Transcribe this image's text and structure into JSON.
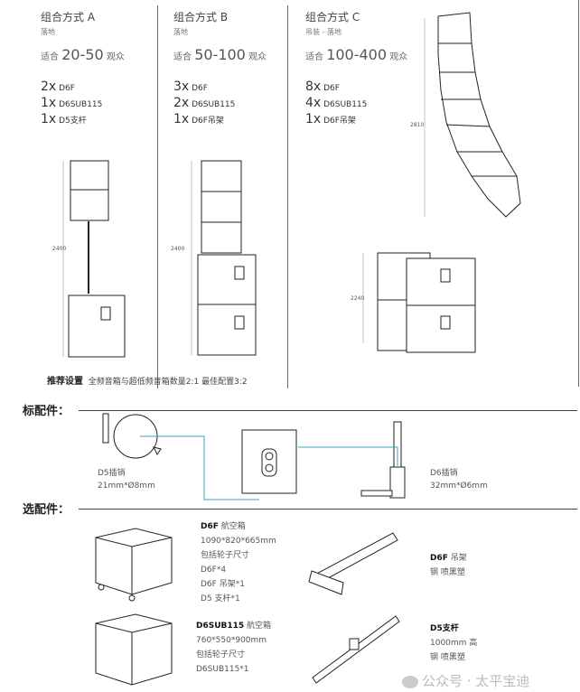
{
  "configs": [
    {
      "title": "组合方式 A",
      "mount": "落地",
      "fit_prefix": "适合",
      "audience": "20-50",
      "fit_suffix": "观众",
      "items": [
        {
          "qty": "2x",
          "name": "D6F"
        },
        {
          "qty": "1x",
          "name": "D6SUB115"
        },
        {
          "qty": "1x",
          "name": "D5支杆"
        }
      ],
      "height": "2400"
    },
    {
      "title": "组合方式 B",
      "mount": "落地",
      "fit_prefix": "适合",
      "audience": "50-100",
      "fit_suffix": "观众",
      "items": [
        {
          "qty": "3x",
          "name": "D6F"
        },
        {
          "qty": "2x",
          "name": "D6SUB115"
        },
        {
          "qty": "1x",
          "name": "D6F吊架"
        }
      ],
      "height": "2400"
    },
    {
      "title": "组合方式 C",
      "mount": "吊装 - 落地",
      "fit_prefix": "适合",
      "audience": "100-400",
      "fit_suffix": "观众",
      "items": [
        {
          "qty": "8x",
          "name": "D6F"
        },
        {
          "qty": "4x",
          "name": "D6SUB115"
        },
        {
          "qty": "1x",
          "name": "D6F吊架"
        }
      ],
      "height": "2810",
      "height2": "2240"
    }
  ],
  "recommend": {
    "label": "推荐设置",
    "text": "全频音箱与超低频音箱数量2:1 最佳配置3:2"
  },
  "standard": {
    "heading": "标配件：",
    "d5_pin": {
      "name": "D5插销",
      "size": "21mm*Ø8mm"
    },
    "d6_pin": {
      "name": "D6插销",
      "size": "32mm*Ø6mm"
    }
  },
  "optional": {
    "heading": "选配件：",
    "d6f_case": {
      "title": "D6F",
      "title_suffix": "航空箱",
      "lines": [
        "1090*820*665mm",
        "包括轮子尺寸",
        "D6F*4",
        "D6F 吊架*1",
        "D5 支杆*1"
      ]
    },
    "sub_case": {
      "title": "D6SUB115",
      "title_suffix": "航空箱",
      "lines": [
        "760*550*900mm",
        "包括轮子尺寸",
        "D6SUB115*1"
      ]
    },
    "d6f_frame": {
      "title": "D6F",
      "title_suffix": "吊架",
      "lines": [
        "钢 喷黑塑"
      ]
    },
    "d5_pole": {
      "title": "D5支杆",
      "lines": [
        "1000mm 高",
        "钢 喷黑塑"
      ]
    }
  },
  "watermark": "公众号 · 太平宝迪",
  "colors": {
    "accent": "#3aa6c4"
  }
}
